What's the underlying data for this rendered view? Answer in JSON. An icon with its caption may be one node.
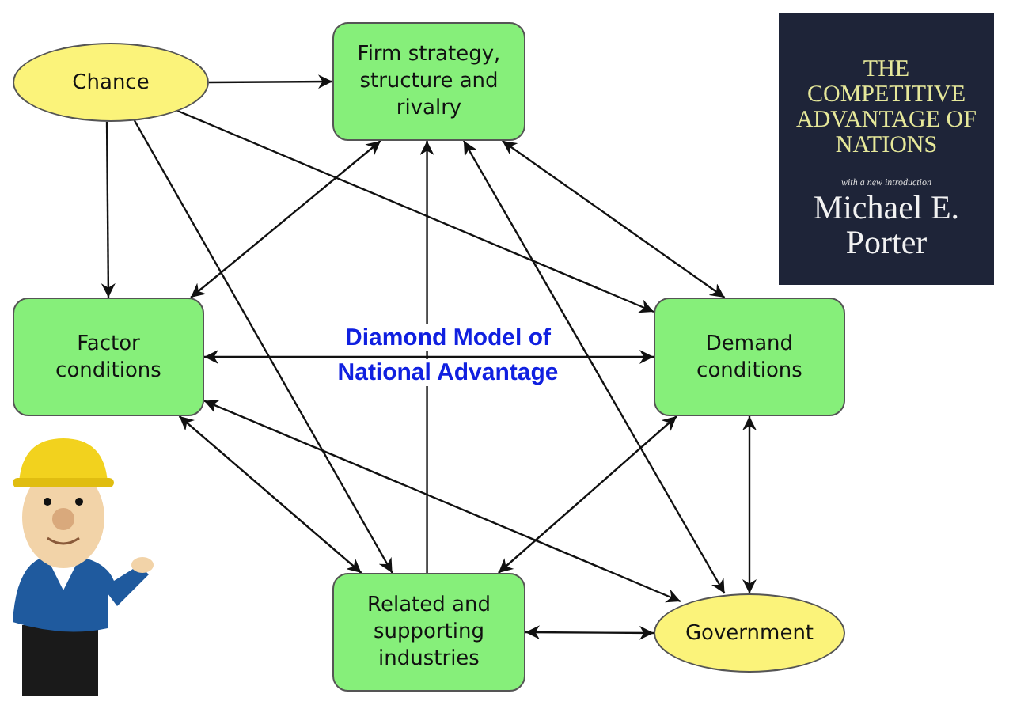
{
  "diagram": {
    "title": "Diamond Model of National Advantage",
    "nodes": [
      {
        "text": [
          "Chance"
        ]
      },
      {
        "text": [
          "Firm strategy, structure and rivalry"
        ]
      },
      {
        "text": [
          "Factor conditions"
        ]
      },
      {
        "text": [
          "Demand conditions"
        ]
      },
      {
        "text": [
          "Related and supporting industries"
        ]
      },
      {
        "text": [
          "Government"
        ]
      }
    ],
    "edges": [
      {
        "from": 0,
        "to": 1,
        "arrow": "to"
      },
      {
        "from": 0,
        "to": 2,
        "arrow": "to"
      },
      {
        "from": 0,
        "to": 4,
        "arrow": "to"
      },
      {
        "from": 0,
        "to": 3,
        "arrow": "to"
      },
      {
        "from": 1,
        "to": 2,
        "arrow": "both"
      },
      {
        "from": 4,
        "to": 1,
        "arrow": "to"
      },
      {
        "from": 1,
        "to": 5,
        "arrow": "both"
      },
      {
        "from": 1,
        "to": 3,
        "arrow": "both"
      },
      {
        "from": 2,
        "to": 3,
        "arrow": "both"
      },
      {
        "from": 2,
        "to": 4,
        "arrow": "both"
      },
      {
        "from": 2,
        "to": 5,
        "arrow": "both"
      },
      {
        "from": 3,
        "to": 4,
        "arrow": "both"
      },
      {
        "from": 3,
        "to": 5,
        "arrow": "both"
      },
      {
        "from": 4,
        "to": 5,
        "arrow": "both"
      }
    ],
    "labels": [
      "THE COMPETITIVE ADVANTAGE OF NATIONS",
      "with a new introduction",
      "Michael E. Porter"
    ]
  }
}
